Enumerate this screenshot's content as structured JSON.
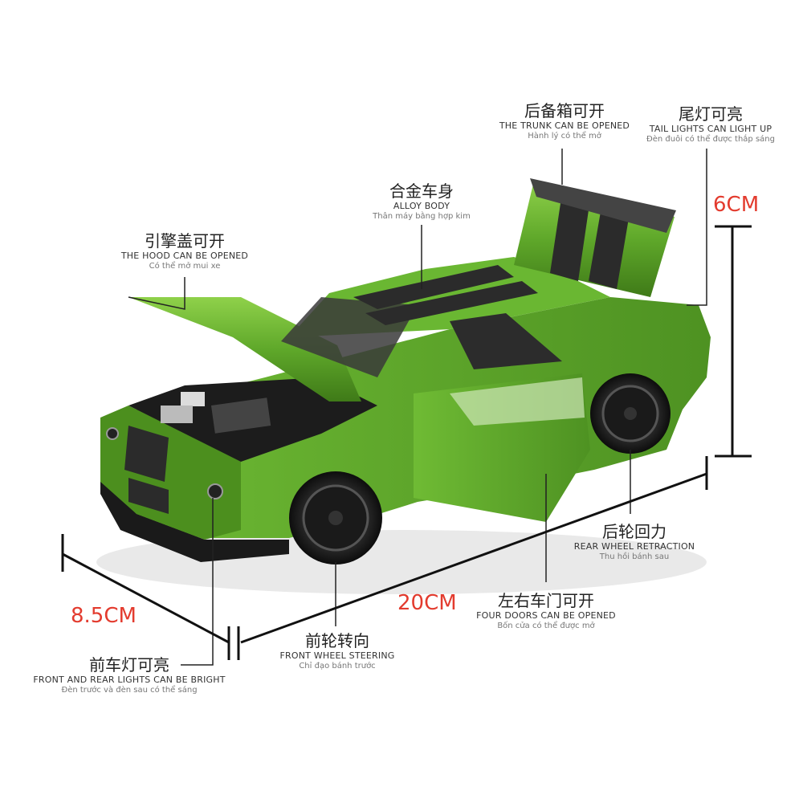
{
  "features": {
    "trunk": {
      "zh": "后备箱可开",
      "en": "THE TRUNK CAN BE OPENED",
      "vi": "Hành lý có thể mở"
    },
    "tail": {
      "zh": "尾灯可亮",
      "en": "TAIL LIGHTS CAN LIGHT UP",
      "vi": "Đèn đuôi có thể được thắp sáng"
    },
    "body": {
      "zh": "合金车身",
      "en": "ALLOY BODY",
      "vi": "Thân máy bằng hợp kim"
    },
    "hood": {
      "zh": "引擎盖可开",
      "en": "THE HOOD CAN BE OPENED",
      "vi": "Có thể mở mui xe"
    },
    "rear": {
      "zh": "后轮回力",
      "en": "REAR WHEEL RETRACTION",
      "vi": "Thu hồi bánh sau"
    },
    "doors": {
      "zh": "左右车门可开",
      "en": "FOUR DOORS CAN BE OPENED",
      "vi": "Bốn cửa có thể được mở"
    },
    "steer": {
      "zh": "前轮转向",
      "en": "FRONT WHEEL STEERING",
      "vi": "Chỉ đạo bánh trước"
    },
    "lights": {
      "zh": "前车灯可亮",
      "en": "FRONT AND REAR LIGHTS CAN BE BRIGHT",
      "vi": "Đèn trước và đèn sau có thể sáng"
    }
  },
  "dimensions": {
    "height": "6CM",
    "length": "20CM",
    "width": "8.5CM"
  },
  "colors": {
    "car_body": "#5fa82a",
    "stripe": "#2b2b2b",
    "dimension_text": "#e33b2e",
    "line": "#222222"
  }
}
